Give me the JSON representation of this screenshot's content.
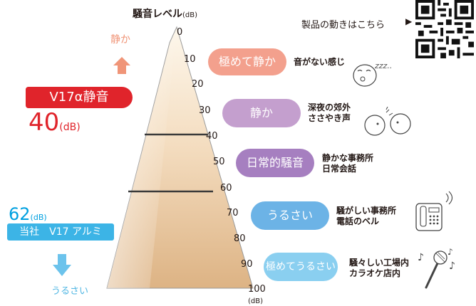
{
  "header": {
    "title": "騒音レベル",
    "title_unit": "(dB)",
    "qr_text": "製品の動きはこちら",
    "qr_arrow": "▶"
  },
  "direction": {
    "quiet": "静か",
    "loud": "うるさい"
  },
  "scale": {
    "ticks": [
      "0",
      "10",
      "20",
      "30",
      "40",
      "50",
      "60",
      "70",
      "80",
      "90",
      "100"
    ],
    "bottom_unit": "(dB)"
  },
  "products": [
    {
      "label": "V17α静音",
      "value": "40",
      "unit": "(dB)",
      "color": "#e0242b"
    },
    {
      "label": "当社　V17 アルミ",
      "value": "62",
      "unit": "(dB)",
      "color": "#3cb4e6"
    }
  ],
  "levels": [
    {
      "label": "極めて静か",
      "desc": [
        "音がない感じ"
      ],
      "color": "#f3a08d",
      "icon": "sleeping-face-icon",
      "icon_text": "zzz.."
    },
    {
      "label": "静か",
      "desc": [
        "深夜の郊外",
        "ささやき声"
      ],
      "color": "#c49fce",
      "icon": "whispering-faces-icon"
    },
    {
      "label": "日常的騒音",
      "desc": [
        "静かな事務所",
        "日常会話"
      ],
      "color": "#a67fc0",
      "icon": ""
    },
    {
      "label": "うるさい",
      "desc": [
        "騒がしい事務所",
        "電話のベル"
      ],
      "color": "#6cb3e6",
      "icon": "telephone-icon"
    },
    {
      "label": "極めてうるさい",
      "desc": [
        "騒々しい工場内",
        "カラオケ店内"
      ],
      "color": "#8acff0",
      "icon": "microphone-icon"
    }
  ]
}
